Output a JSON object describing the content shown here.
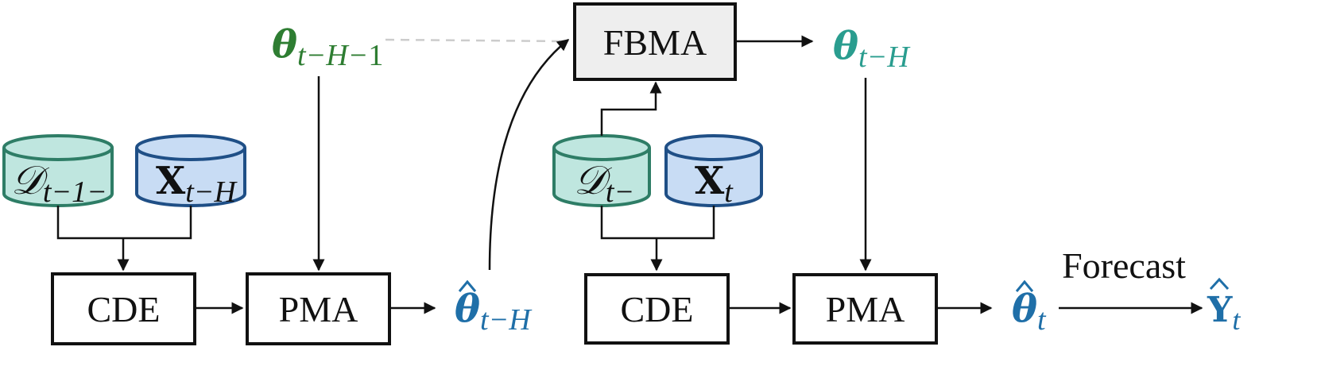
{
  "boxes": {
    "cde_left": "CDE",
    "pma_left": "PMA",
    "fbma": "FBMA",
    "cde_right": "CDE",
    "pma_right": "PMA"
  },
  "cylinders": {
    "d_left": {
      "main": "𝒟",
      "sub": "t−1−"
    },
    "x_left": {
      "main": "X",
      "sub": "t−H"
    },
    "d_right": {
      "main": "𝒟",
      "sub": "t−"
    },
    "x_right": {
      "main": "X",
      "sub": "t"
    }
  },
  "symbols": {
    "theta_prev": {
      "main": "θ",
      "sub_var": "t−H−",
      "sub_num": "1"
    },
    "theta_hat_left": {
      "main": "θ",
      "sub": "t−H"
    },
    "theta_fbma": {
      "main": "θ",
      "sub": "t−H"
    },
    "theta_hat_right": {
      "main": "θ",
      "sub": "t"
    },
    "y_hat": {
      "main": "Y",
      "sub": "t"
    }
  },
  "forecast_label": "Forecast",
  "colors": {
    "dark_green": "#2e7d32",
    "teal": "#2a9d8f",
    "blue": "#1f6fa8",
    "cyl_green_fill": "#bfe6df",
    "cyl_green_stroke": "#2e7d66",
    "cyl_blue_fill": "#c8dcf4",
    "cyl_blue_stroke": "#1f4f86",
    "fbma_fill": "#eeeeee"
  }
}
